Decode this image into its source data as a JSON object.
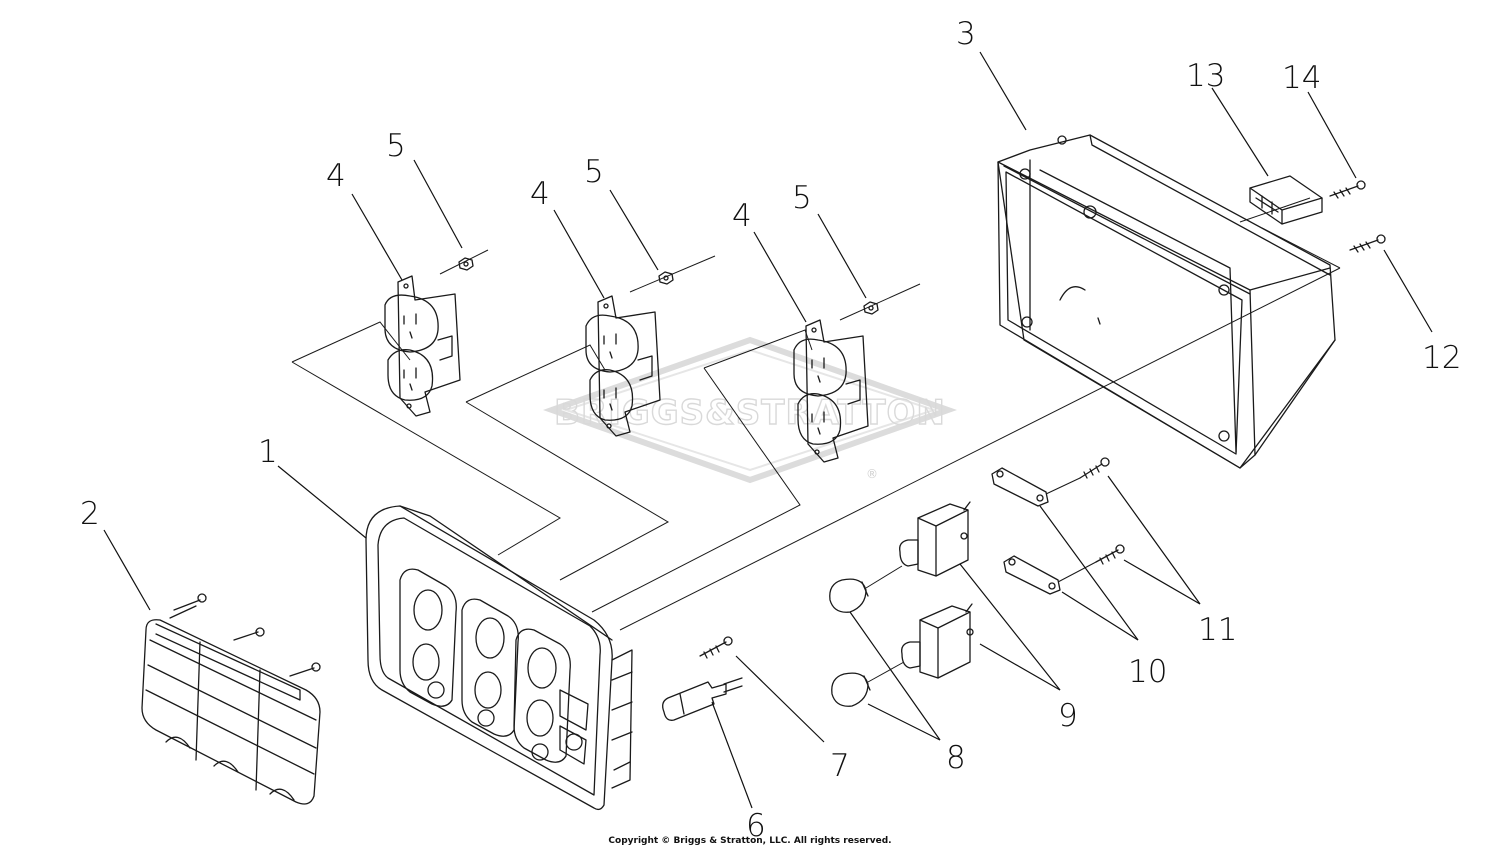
{
  "diagram": {
    "watermark": "BRIGGS&STRATTON",
    "watermark_mark": "®",
    "copyright": "Copyright © Briggs & Stratton, LLC. All rights reserved.",
    "callouts": [
      {
        "id": "1",
        "label": "1"
      },
      {
        "id": "2",
        "label": "2"
      },
      {
        "id": "3",
        "label": "3"
      },
      {
        "id": "4a",
        "label": "4"
      },
      {
        "id": "4b",
        "label": "4"
      },
      {
        "id": "4c",
        "label": "4"
      },
      {
        "id": "5a",
        "label": "5"
      },
      {
        "id": "5b",
        "label": "5"
      },
      {
        "id": "5c",
        "label": "5"
      },
      {
        "id": "6",
        "label": "6"
      },
      {
        "id": "7",
        "label": "7"
      },
      {
        "id": "8",
        "label": "8"
      },
      {
        "id": "9",
        "label": "9"
      },
      {
        "id": "10",
        "label": "10"
      },
      {
        "id": "11",
        "label": "11"
      },
      {
        "id": "12",
        "label": "12"
      },
      {
        "id": "13",
        "label": "13"
      },
      {
        "id": "14",
        "label": "14"
      }
    ]
  }
}
